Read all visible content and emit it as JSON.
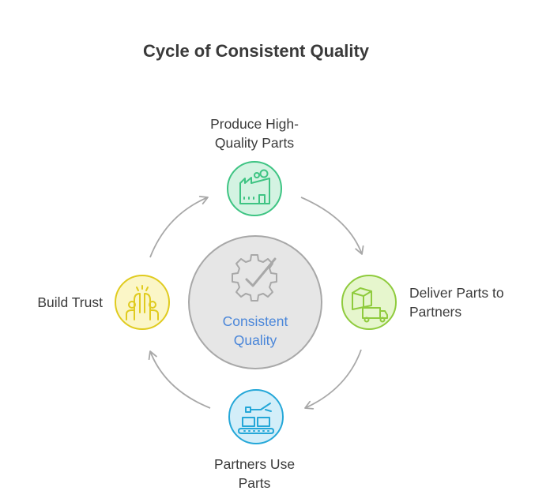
{
  "title": "Cycle of Consistent Quality",
  "center": {
    "line1": "Consistent",
    "line2": "Quality",
    "icon": "gear-check-icon",
    "fill": "#e6e6e6",
    "stroke": "#a8a8a8",
    "text_color": "#4a86d9"
  },
  "steps": [
    {
      "id": "produce",
      "line1": "Produce High-",
      "line2": "Quality Parts",
      "icon": "factory-icon",
      "fill": "#d4f3e2",
      "stroke": "#3ec483"
    },
    {
      "id": "deliver",
      "line1": "Deliver Parts to",
      "line2": "Partners",
      "icon": "delivery-truck-icon",
      "fill": "#e6f6cd",
      "stroke": "#8fcb3d"
    },
    {
      "id": "use",
      "line1": "Partners Use",
      "line2": "Parts",
      "icon": "conveyor-robot-arm-icon",
      "fill": "#d3eef9",
      "stroke": "#24a7d8"
    },
    {
      "id": "trust",
      "line1": "Build Trust",
      "line2": "",
      "icon": "high-five-icon",
      "fill": "#fbf6c7",
      "stroke": "#e0cb1f"
    }
  ],
  "arrow_color": "#a8a8a8"
}
